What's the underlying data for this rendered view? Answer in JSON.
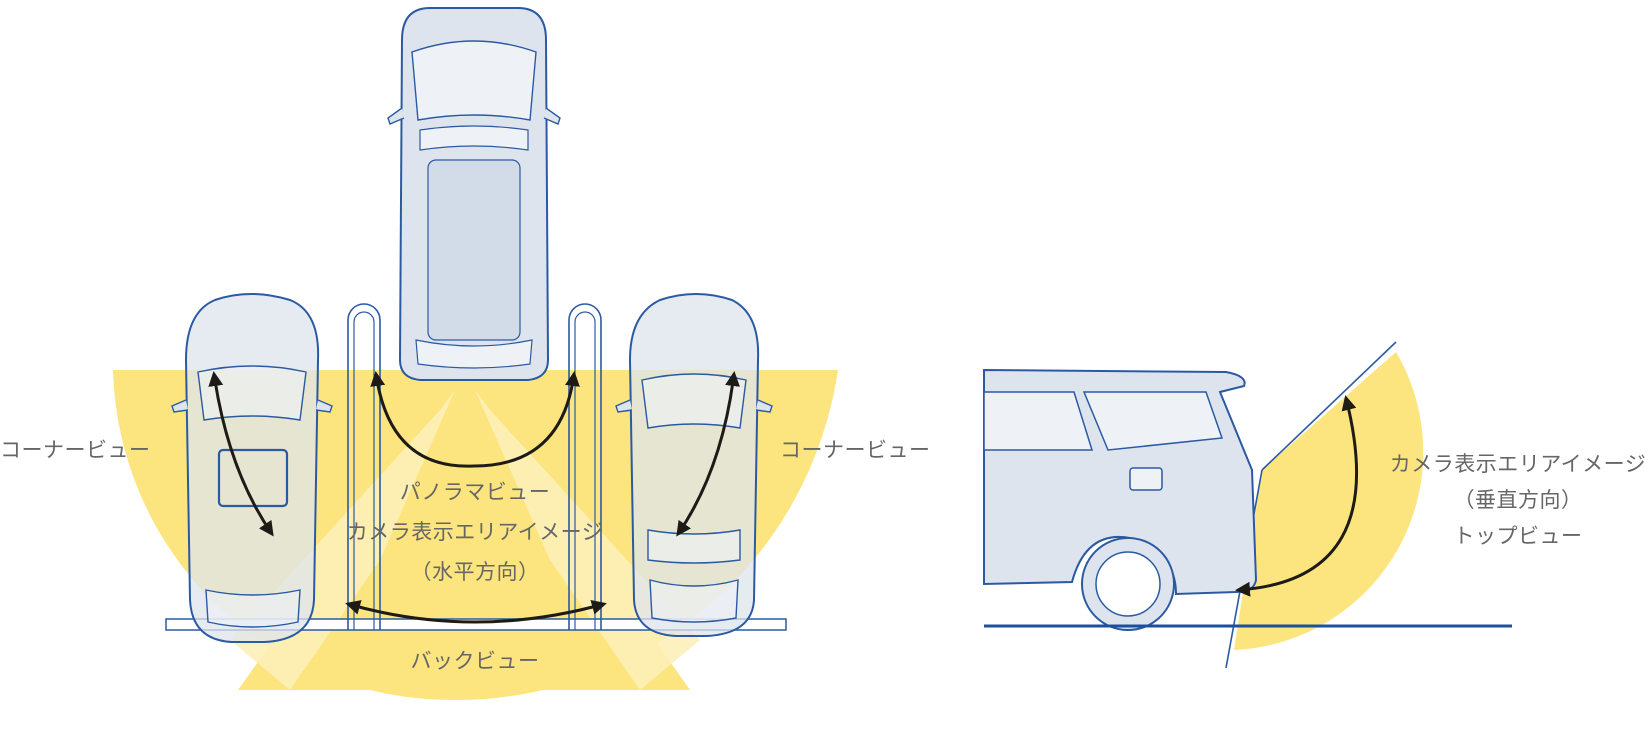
{
  "top_view": {
    "left_label": "コーナービュー",
    "right_label": "コーナービュー",
    "panorama": {
      "line1": "パノラマビュー",
      "line2": "カメラ表示エリアイメージ",
      "line3": "（水平方向）"
    },
    "back_label": "バックビュー"
  },
  "side_view": {
    "line1": "カメラ表示エリアイメージ",
    "line2": "（垂直方向）",
    "line3": "トップビュー"
  },
  "colors": {
    "zone_yellow": "#fce57f",
    "zone_light": "#fdf0b8",
    "car_fill": "#dde4ee",
    "car_stroke": "#2b5aa2",
    "ground_line": "#1c4f9c",
    "arrow": "#1e1a16",
    "text": "#666666"
  }
}
